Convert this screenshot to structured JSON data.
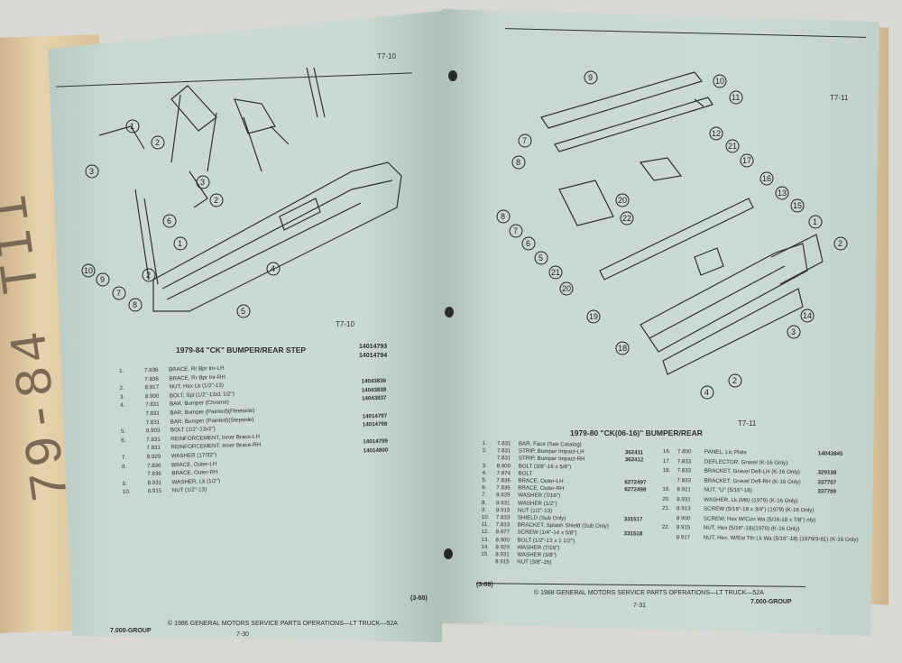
{
  "left_page": {
    "figure_id_top": "T7-10",
    "figure_id_bottom": "T7-10",
    "section_title": "1979-84 \"CK\" BUMPER/REAR STEP",
    "title_codes": [
      "14014793",
      "14014794"
    ],
    "items": [
      {
        "num": "1.",
        "group": "7.836",
        "desc": "BRACE, Rr Bpr Inr-LH",
        "part": ""
      },
      {
        "num": "",
        "group": "7.836",
        "desc": "BRACE, Rr Bpr Inr-RH",
        "part": ""
      },
      {
        "num": "2.",
        "group": "8.917",
        "desc": "NUT, Hex Lk (1/2\"-13)",
        "part": "14043836"
      },
      {
        "num": "3.",
        "group": "8.900",
        "desc": "BOLT, Spl (1/2\"-13x1 1/2\")",
        "part": "14043838"
      },
      {
        "num": "4.",
        "group": "7.831",
        "desc": "BAR, Bumper (Chrome)",
        "part": "14043837"
      },
      {
        "num": "",
        "group": "7.831",
        "desc": "BAR, Bumper (Painted)(Fleetside)",
        "part": ""
      },
      {
        "num": "",
        "group": "7.831",
        "desc": "BAR, Bumper (Painted)(Stepside)",
        "part": "14014797"
      },
      {
        "num": "5.",
        "group": "8.903",
        "desc": "BOLT (1/2\"-13x2\")",
        "part": "14014798"
      },
      {
        "num": "6.",
        "group": "7.831",
        "desc": "REINFORCEMENT, Inner Brace-LH",
        "part": ""
      },
      {
        "num": "",
        "group": "7.831",
        "desc": "REINFORCEMENT, Inner Brace-RH",
        "part": "14014799"
      },
      {
        "num": "7.",
        "group": "8.929",
        "desc": "WASHER (17/32\")",
        "part": "14014800"
      },
      {
        "num": "8.",
        "group": "7.836",
        "desc": "BRACE, Outer-LH",
        "part": ""
      },
      {
        "num": "",
        "group": "7.836",
        "desc": "BRACE, Outer-RH",
        "part": ""
      },
      {
        "num": "9.",
        "group": "8.931",
        "desc": "WASHER, Lk (1/2\")",
        "part": ""
      },
      {
        "num": "10.",
        "group": "8.915",
        "desc": "NUT (1/2\"-13)",
        "part": ""
      }
    ],
    "footer_left": "7.000-GROUP",
    "footer_mid": "© 1986 GENERAL MOTORS SERVICE PARTS OPERATIONS—LT TRUCK—52A",
    "footer_right": "(3-88)",
    "page_number": "7-30",
    "spine_label": "79-84 TII"
  },
  "right_page": {
    "figure_id_top": "T7-11",
    "figure_id_bottom": "T7-11",
    "section_title": "1979-80 \"CK(06-16)\" BUMPER/REAR",
    "items_col1": [
      {
        "num": "1.",
        "group": "7.831",
        "desc": "BAR, Face (See Catalog)",
        "part": ""
      },
      {
        "num": "2.",
        "group": "7.831",
        "desc": "STRIP, Bumper Impact-LH",
        "part": "362411"
      },
      {
        "num": "",
        "group": "7.831",
        "desc": "STRIP, Bumper Impact-RH",
        "part": "362412"
      },
      {
        "num": "3.",
        "group": "8.900",
        "desc": "BOLT (3/8\"-16 x 5/8\")",
        "part": ""
      },
      {
        "num": "4.",
        "group": "7.874",
        "desc": "BOLT",
        "part": ""
      },
      {
        "num": "5.",
        "group": "7.836",
        "desc": "BRACE, Outer-LH",
        "part": "6272497"
      },
      {
        "num": "6.",
        "group": "7.836",
        "desc": "BRACE, Outer-RH",
        "part": "6272498"
      },
      {
        "num": "7.",
        "group": "8.929",
        "desc": "WASHER (7/16\")",
        "part": ""
      },
      {
        "num": "8.",
        "group": "8.931",
        "desc": "WASHER (1/2\")",
        "part": ""
      },
      {
        "num": "9.",
        "group": "8.915",
        "desc": "NUT (1/2\"-13)",
        "part": ""
      },
      {
        "num": "10.",
        "group": "7.833",
        "desc": "SHIELD (Sub Only)",
        "part": "331517"
      },
      {
        "num": "11.",
        "group": "7.833",
        "desc": "BRACKET, Splash Shield (Sub Only)",
        "part": ""
      },
      {
        "num": "12.",
        "group": "8.977",
        "desc": "SCREW (1/4\"-14 x 5/8\")",
        "part": "331518"
      },
      {
        "num": "13.",
        "group": "8.900",
        "desc": "BOLT (1/2\"-13 x 1 1/2\")",
        "part": ""
      },
      {
        "num": "14.",
        "group": "8.929",
        "desc": "WASHER (7/16\")",
        "part": ""
      },
      {
        "num": "15.",
        "group": "8.931",
        "desc": "WASHER (3/8\")",
        "part": ""
      },
      {
        "num": "",
        "group": "8.915",
        "desc": "NUT (3/8\"-16)",
        "part": ""
      }
    ],
    "items_col2": [
      {
        "num": "16.",
        "group": "7.800",
        "desc": "PANEL, Lic Plate",
        "part": "14043845"
      },
      {
        "num": "17.",
        "group": "7.833",
        "desc": "DEFLECTOR, Gravel (K-16 Only)",
        "part": ""
      },
      {
        "num": "18.",
        "group": "7.833",
        "desc": "BRACKET, Gravel Defl-LH (K-16 Only)",
        "part": "329138"
      },
      {
        "num": "",
        "group": "7.833",
        "desc": "BRACKET, Gravel Defl-RH (K-16 Only)",
        "part": "337707"
      },
      {
        "num": "19.",
        "group": "8.921",
        "desc": "NUT, \"U\" (5/16\"-18)",
        "part": "337709"
      },
      {
        "num": "20.",
        "group": "8.931",
        "desc": "WASHER, Lk (M6) (1979) (K-16 Only)",
        "part": ""
      },
      {
        "num": "21.",
        "group": "8.913",
        "desc": "SCREW (5/16\"-18 x 3/4\") (1979) (K-16 Only)",
        "part": ""
      },
      {
        "num": "",
        "group": "8.900",
        "desc": "SCREW, Hex W/Con Wa (5/16-18 x 7/8\") nly)",
        "part": ""
      },
      {
        "num": "22.",
        "group": "8.915",
        "desc": "NUT, Hex (5/16\"-18)(1979) (K-16 Only)",
        "part": ""
      },
      {
        "num": "",
        "group": "8.917",
        "desc": "NUT, Hex. W/Ext Tth Lk Wa (5/16\"-18) (1979/3-81) (K-16 Only)",
        "part": ""
      }
    ],
    "footer_left": "(3-88)",
    "footer_mid": "© 1988 GENERAL MOTORS SERVICE PARTS OPERATIONS—LT TRUCK—52A",
    "footer_right": "7.000-GROUP",
    "page_number": "7-31"
  }
}
